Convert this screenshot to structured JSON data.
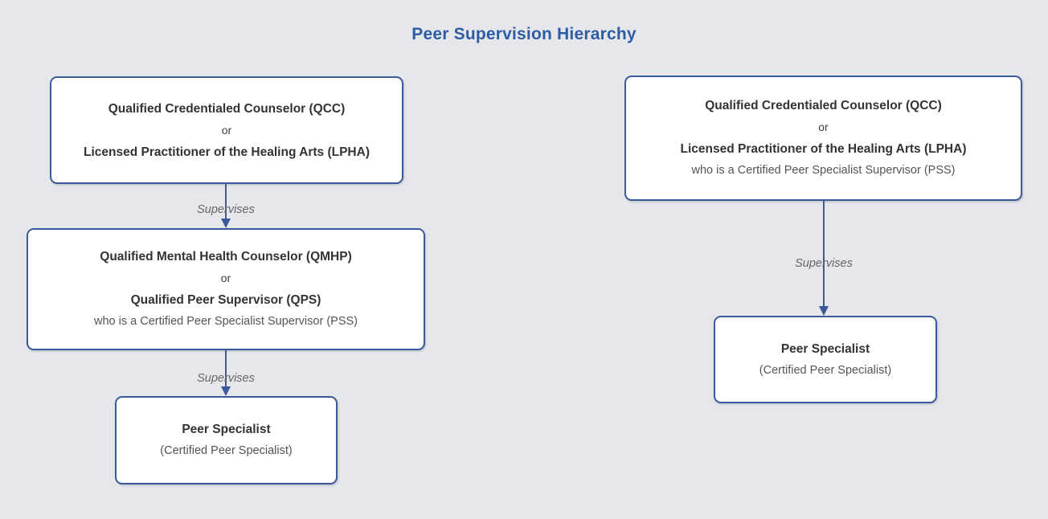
{
  "title": "Peer Supervision Hierarchy",
  "colors": {
    "background": "#e6e7eb",
    "node_fill": "#ffffff",
    "node_border": "#3a5a9b",
    "title_text": "#2e5da4",
    "node_text": "#333333",
    "node_subtext": "#545454",
    "edge_label_text": "#666666"
  },
  "nodes": {
    "left_top": {
      "line1": "Qualified Credentialed Counselor (QCC)",
      "or": "or",
      "line2": "Licensed Practitioner of the Healing Arts (LPHA)"
    },
    "left_middle": {
      "line1": "Qualified Mental Health Counselor (QMHP)",
      "or": "or",
      "line2": "Qualified Peer Supervisor (QPS)",
      "subtext": "who is a Certified Peer Specialist Supervisor (PSS)"
    },
    "left_bottom": {
      "title": "Peer Specialist",
      "subtitle": "(Certified Peer Specialist)"
    },
    "right_top": {
      "line1": "Qualified Credentialed Counselor (QCC)",
      "or": "or",
      "line2": "Licensed Practitioner of the Healing Arts (LPHA)",
      "subtext": "who is a Certified Peer Specialist Supervisor (PSS)"
    },
    "right_bottom": {
      "title": "Peer Specialist",
      "subtitle": "(Certified Peer Specialist)"
    }
  },
  "edges": {
    "left_top_to_middle": "Supervises",
    "left_middle_to_bottom": "Supervises",
    "right_top_to_bottom": "Supervises"
  }
}
